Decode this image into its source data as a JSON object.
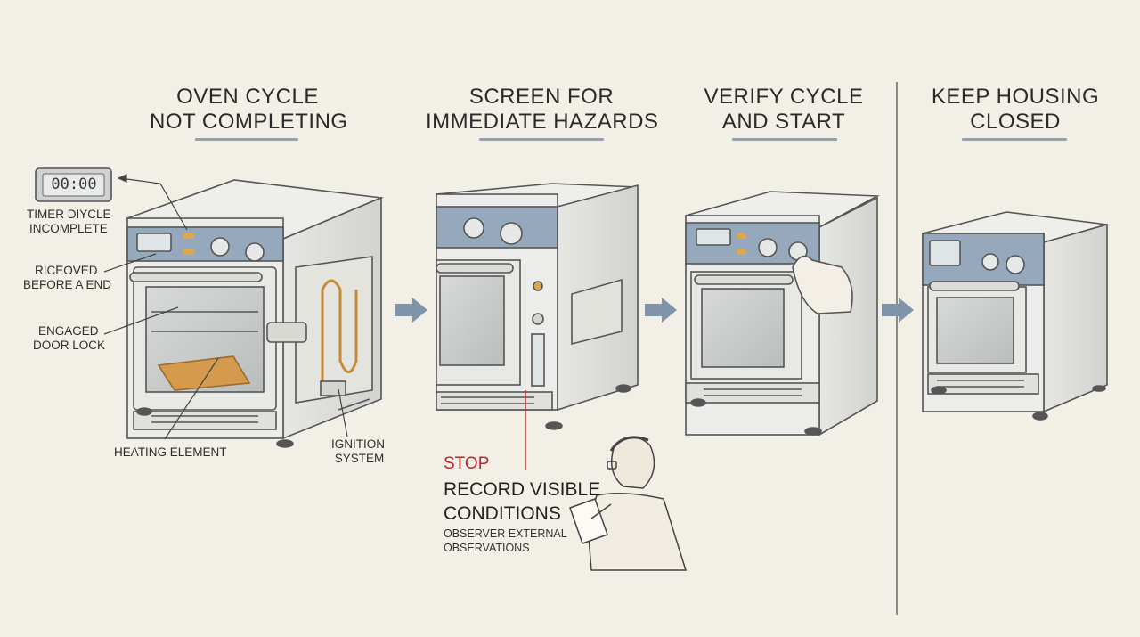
{
  "steps": [
    {
      "title_line1": "OVEN CYCLE",
      "title_line2": "NOT COMPLETING"
    },
    {
      "title_line1": "SCREEN FOR",
      "title_line2": "IMMEDIATE HAZARDS"
    },
    {
      "title_line1": "VERIFY CYCLE",
      "title_line2": "AND START"
    },
    {
      "title_line1": "KEEP HOUSING",
      "title_line2": "CLOSED"
    }
  ],
  "callouts": {
    "timer_display": "00:00",
    "timer_line1": "TIMER DIYCLE",
    "timer_line2": "INCOMPLETE",
    "removed_line1": "RICEOVED",
    "removed_line2": "BEFORE A END",
    "lock_line1": "ENGAGED",
    "lock_line2": "DOOR LOCK",
    "heating": "HEATING ELEMENT",
    "ignition_line1": "IGNITION",
    "ignition_line2": "SYSTEM"
  },
  "hazard": {
    "stop": "STOP",
    "record_line1": "RECORD VISIBLE",
    "record_line2": "CONDITIONS",
    "obs_line1": "OBSERVER EXTERNAL",
    "obs_line2": "OBSERVATIONS"
  },
  "colors": {
    "background": "#f2efe6",
    "panel_blue": "#8fa3b8",
    "accent_orange": "#e0a64a",
    "stop_red": "#b8262a",
    "arrow": "#7f94a8"
  }
}
